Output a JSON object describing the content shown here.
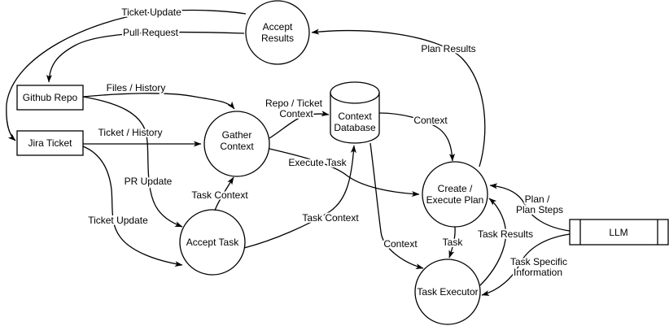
{
  "diagram": {
    "background_color": "#ffffff",
    "line_color": "#000000",
    "text_color": "#000000",
    "nodes": {
      "accept_results": {
        "shape": "circle",
        "lines": [
          "Accept",
          "Results"
        ]
      },
      "github_repo": {
        "shape": "rectangle",
        "label": "Github Repo"
      },
      "jira_ticket": {
        "shape": "rectangle",
        "label": "Jira Ticket"
      },
      "gather_context": {
        "shape": "circle",
        "lines": [
          "Gather",
          "Context"
        ]
      },
      "context_database": {
        "shape": "cylinder",
        "lines": [
          "Context",
          "Database"
        ]
      },
      "accept_task": {
        "shape": "circle",
        "label": "Accept Task"
      },
      "create_execute_plan": {
        "shape": "circle",
        "lines": [
          "Create /",
          "Execute Plan"
        ]
      },
      "task_executor": {
        "shape": "circle",
        "label": "Task Executor"
      },
      "llm": {
        "shape": "predefined-process",
        "label": "LLM"
      }
    },
    "edges": {
      "ticket_update_to_jira": {
        "from": "accept_results",
        "to": "jira_ticket",
        "label": "Ticket Update"
      },
      "pull_request": {
        "from": "accept_results",
        "to": "github_repo",
        "label": "Pull Request"
      },
      "plan_results": {
        "from": "create_execute_plan",
        "to": "accept_results",
        "label": "Plan Results"
      },
      "files_history": {
        "from": "github_repo",
        "to": "gather_context",
        "label": "Files / History"
      },
      "ticket_history": {
        "from": "jira_ticket",
        "to": "gather_context",
        "label": "Ticket / History"
      },
      "pr_update": {
        "from": "github_repo",
        "to": "accept_task",
        "label": "PR Update"
      },
      "ticket_update_to_accept_task": {
        "from": "jira_ticket",
        "to": "accept_task",
        "label": "Ticket Update"
      },
      "task_context_to_gather": {
        "from": "accept_task",
        "to": "gather_context",
        "label": "Task Context"
      },
      "repo_ticket_context": {
        "from": "gather_context",
        "to": "context_database",
        "lines": [
          "Repo / Ticket",
          "Context"
        ]
      },
      "context_to_plan": {
        "from": "context_database",
        "to": "create_execute_plan",
        "label": "Context"
      },
      "execute_task": {
        "from": "gather_context",
        "to": "create_execute_plan",
        "label": "Execute Task"
      },
      "task_context_to_db": {
        "from": "accept_task",
        "to": "context_database",
        "label": "Task Context"
      },
      "context_to_executor": {
        "from": "context_database",
        "to": "task_executor",
        "label": "Context"
      },
      "task": {
        "from": "create_execute_plan",
        "to": "task_executor",
        "label": "Task"
      },
      "task_results": {
        "from": "task_executor",
        "to": "create_execute_plan",
        "label": "Task Results"
      },
      "plan_steps": {
        "from": "llm",
        "to": "create_execute_plan",
        "lines": [
          "Plan /",
          "Plan Steps"
        ]
      },
      "task_specific_information": {
        "from": "llm",
        "to": "task_executor",
        "lines": [
          "Task Specific",
          "Information"
        ]
      }
    }
  }
}
